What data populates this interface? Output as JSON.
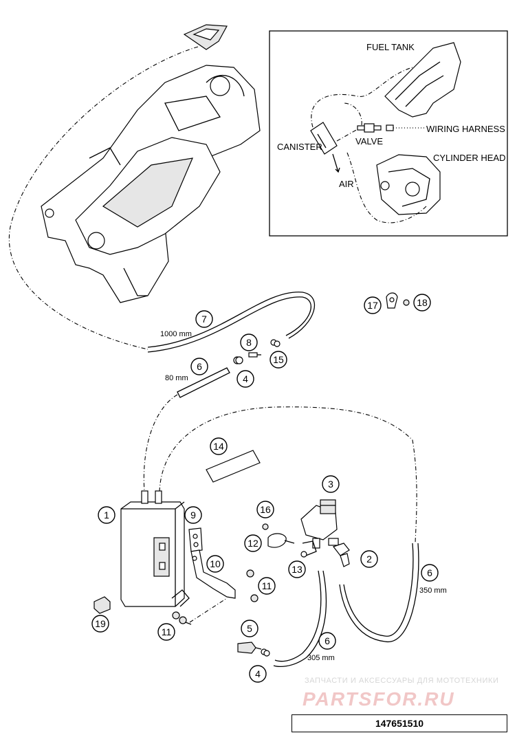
{
  "inset": {
    "fuel_tank": "FUEL TANK",
    "wiring_harness": "WIRING HARNESS",
    "canister": "CANISTER",
    "valve": "VALVE",
    "cylinder_head": "CYLINDER HEAD",
    "air": "AIR"
  },
  "dimensions": {
    "d1000": "1000 mm",
    "d80": "80 mm",
    "d350": "350 mm",
    "d305": "305 mm"
  },
  "callouts": {
    "c1": "1",
    "c2": "2",
    "c3": "3",
    "c4a": "4",
    "c4b": "4",
    "c5": "5",
    "c6a": "6",
    "c6b": "6",
    "c6c": "6",
    "c7": "7",
    "c8": "8",
    "c9": "9",
    "c10": "10",
    "c11a": "11",
    "c11b": "11",
    "c12": "12",
    "c13": "13",
    "c14": "14",
    "c15": "15",
    "c16": "16",
    "c17": "17",
    "c18": "18",
    "c19": "19"
  },
  "watermark": {
    "tagline": "ЗАПЧАСТИ И АКСЕССУАРЫ ДЛЯ МОТОТЕХНИКИ",
    "brand": "PARTSFOR.RU"
  },
  "part_number": "147651510",
  "icons": [
    "fuel-tank-icon",
    "canister-icon",
    "valve-icon",
    "cylinder-head-icon"
  ]
}
